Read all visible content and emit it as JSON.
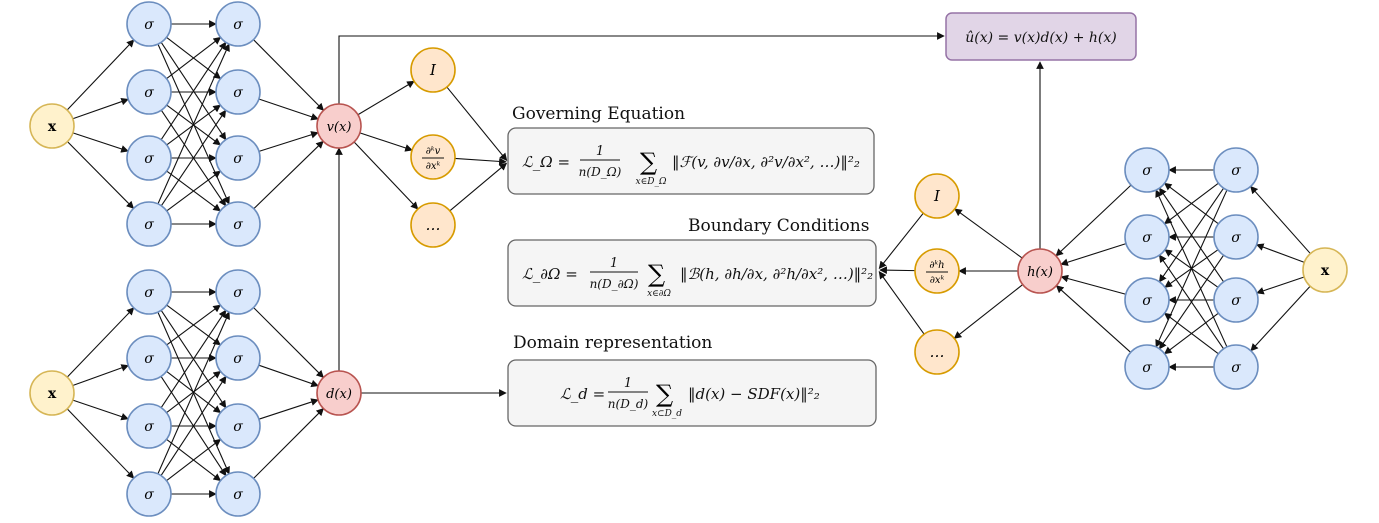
{
  "colors": {
    "sigma_fill": "#dae8fc",
    "sigma_stroke": "#6c8ebf",
    "input_fill": "#fff2cc",
    "input_stroke": "#d6b656",
    "output_fill": "#f8cecc",
    "output_stroke": "#b85450",
    "deriv_fill": "#ffe6cc",
    "deriv_stroke": "#d79b00",
    "box_fill": "#f5f5f5",
    "box_stroke": "#666666",
    "final_fill": "#e1d5e7",
    "final_stroke": "#9673a6"
  },
  "nodes": {
    "input": "x",
    "sigma": "σ",
    "v_out": "v(x)",
    "d_out": "d(x)",
    "h_out": "h(x)",
    "identity": "I",
    "ellipsis": "…",
    "dv_num": "∂ᵏv",
    "dv_den": "∂xᵏ",
    "dh_num": "∂ᵏh",
    "dh_den": "∂xᵏ"
  },
  "labels": {
    "governing": "Governing Equation",
    "boundary": "Boundary Conditions",
    "domain": "Domain representation"
  },
  "equations": {
    "gov_lhs": "ℒ_Ω =",
    "gov_frac_num": "1",
    "gov_frac_den": "n(D_Ω)",
    "gov_sum_sub": "x∈D_Ω",
    "gov_body": "‖ℱ(v, ∂v/∂x, ∂²v/∂x², …)‖²₂",
    "bnd_lhs": "ℒ_∂Ω =",
    "bnd_frac_num": "1",
    "bnd_frac_den": "n(D_∂Ω)",
    "bnd_sum_sub": "x∈∂Ω",
    "bnd_body": "‖ℬ(h, ∂h/∂x, ∂²h/∂x², …)‖²₂",
    "dom_lhs": "ℒ_d =",
    "dom_frac_num": "1",
    "dom_frac_den": "n(D_d)",
    "dom_sum_sub": "x⊂D_d",
    "dom_body": "‖d(x) − SDF(x)‖²₂",
    "final": "û(x) = v(x)d(x) + h(x)"
  }
}
